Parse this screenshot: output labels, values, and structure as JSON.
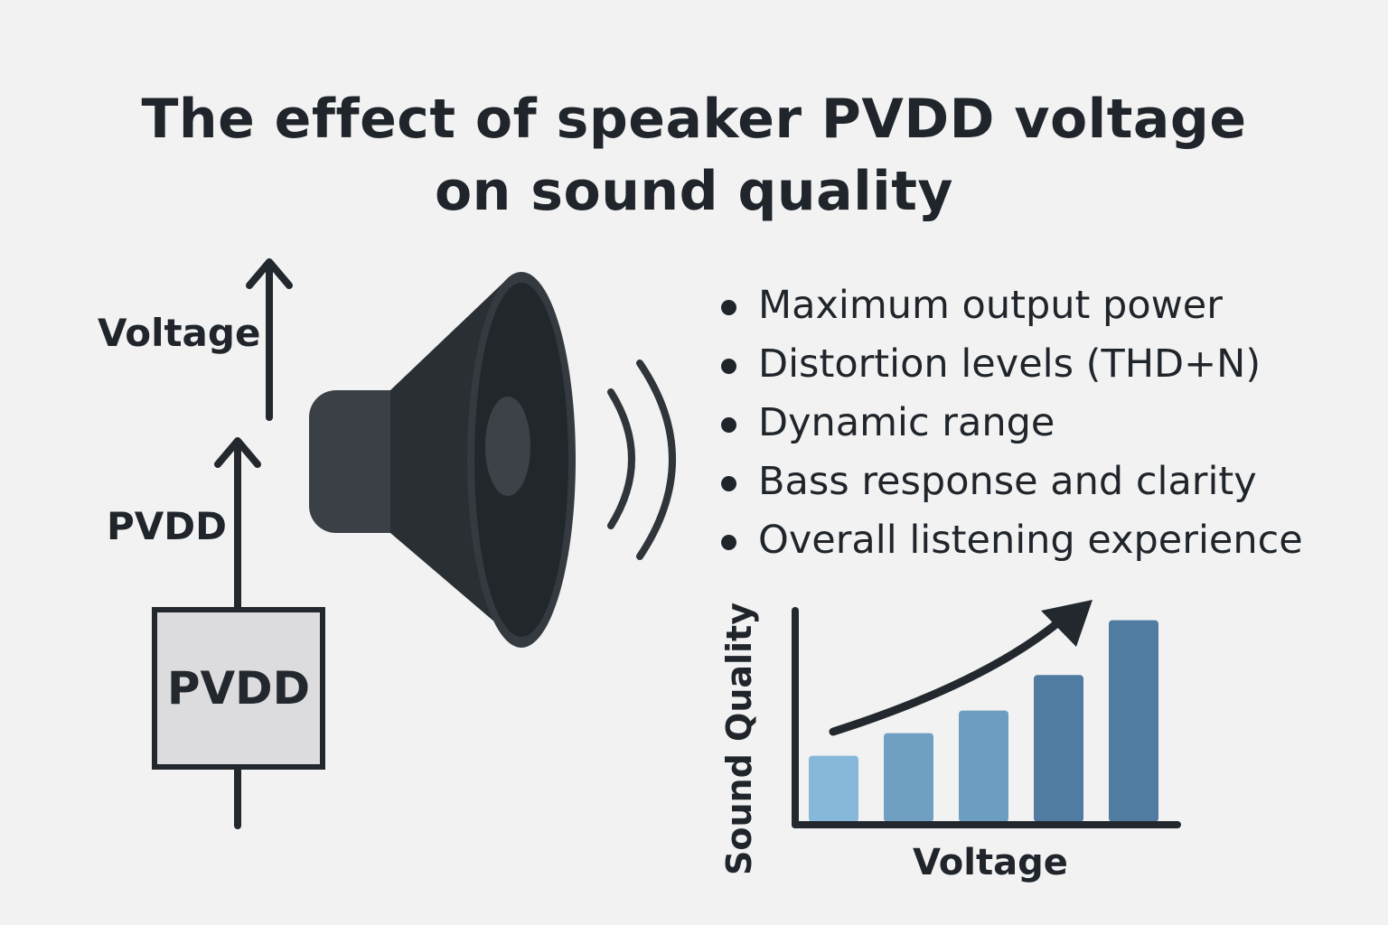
{
  "title": {
    "line1": "The effect of speaker PVDD voltage",
    "line2": "on sound quality"
  },
  "diagram": {
    "voltage_label": "Voltage",
    "pvdd_arrow_label": "PVDD",
    "pvdd_box_label": "PVDD"
  },
  "icons": {
    "speaker": "speaker-icon",
    "sound_waves": "sound-waves-icon",
    "trend_arrow": "trend-arrow-icon"
  },
  "effects": [
    "Maximum output power",
    "Distortion levels (THD+N)",
    "Dynamic range",
    "Bass response and clarity",
    "Overall listening experience"
  ],
  "chart_data": {
    "type": "bar",
    "xlabel": "Voltage",
    "ylabel": "Sound Quality",
    "values": [
      1.0,
      1.35,
      1.7,
      2.25,
      3.1
    ],
    "ylim": [
      0,
      3.5
    ],
    "colors": [
      "#86b9d9",
      "#6fa0c2",
      "#6b9ec0",
      "#4f7ca0",
      "#4f7ca0"
    ],
    "trend": "increasing",
    "grid": false
  }
}
